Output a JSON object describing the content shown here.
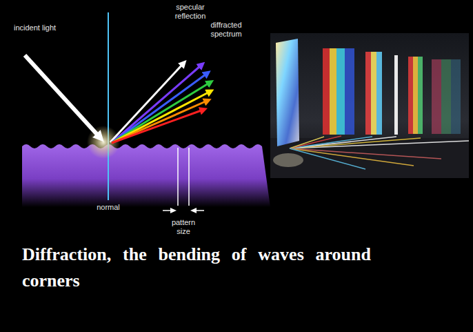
{
  "diagram": {
    "caption": "Diffraction, the bending of waves around corners",
    "labels": [
      "incident light",
      "specular reflection",
      "diffracted spectrum",
      "normal",
      "pattern size"
    ]
  }
}
